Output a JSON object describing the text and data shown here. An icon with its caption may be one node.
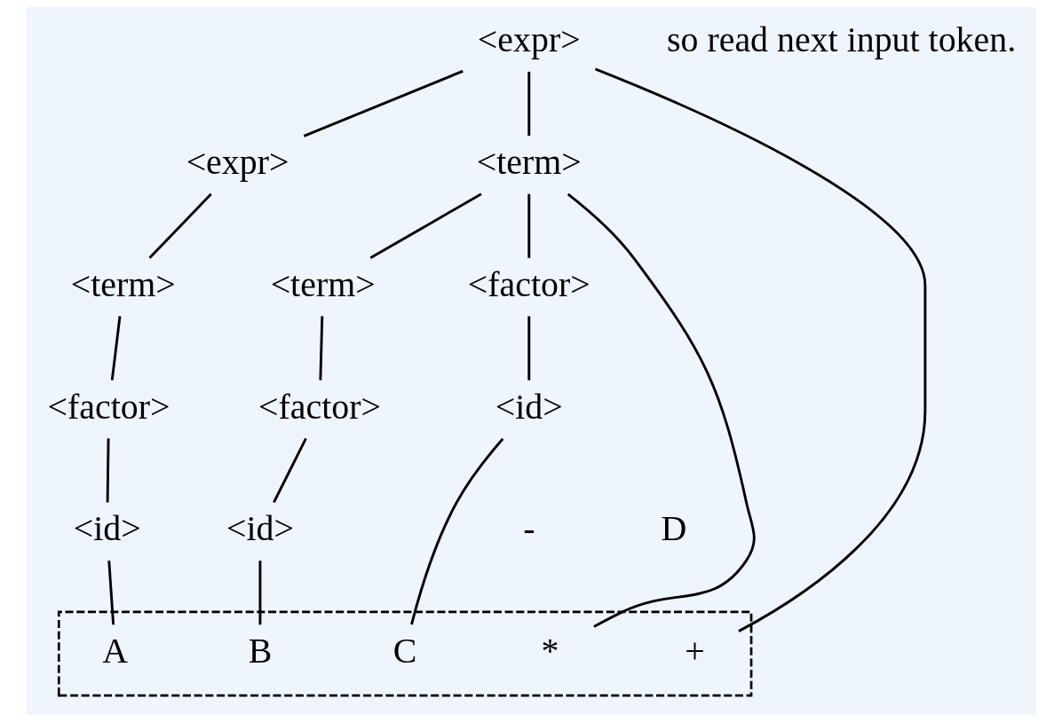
{
  "diagram": {
    "nodes": [
      {
        "text": [
          "<expr>"
        ]
      },
      {
        "text": [
          "<expr>"
        ]
      },
      {
        "text": [
          "<term>"
        ]
      },
      {
        "text": [
          "<term>"
        ]
      },
      {
        "text": [
          "<term>"
        ]
      },
      {
        "text": [
          "<factor>"
        ]
      },
      {
        "text": [
          "<factor>"
        ]
      },
      {
        "text": [
          "<factor>"
        ]
      },
      {
        "text": [
          "<id>"
        ]
      },
      {
        "text": [
          "<id>"
        ]
      },
      {
        "text": [
          "<id>"
        ]
      },
      {
        "text": [],
        "shape": "box"
      },
      {
        "text": [
          "A"
        ],
        "in": 11
      },
      {
        "text": [
          "+"
        ],
        "in": 11
      },
      {
        "text": [
          "B"
        ],
        "in": 11
      },
      {
        "text": [
          "*"
        ],
        "in": 11
      },
      {
        "text": [
          "C"
        ],
        "in": 11
      }
    ],
    "edges": [
      {
        "from": 0,
        "to": 1,
        "arrow": "none"
      },
      {
        "from": 0,
        "to": 13,
        "arrow": "none"
      },
      {
        "from": 0,
        "to": 2,
        "arrow": "none"
      },
      {
        "from": 1,
        "to": 3,
        "arrow": "none"
      },
      {
        "from": 3,
        "to": 5,
        "arrow": "none"
      },
      {
        "from": 5,
        "to": 8,
        "arrow": "none"
      },
      {
        "from": 8,
        "to": 12,
        "arrow": "none"
      },
      {
        "from": 2,
        "to": 4,
        "arrow": "none"
      },
      {
        "from": 2,
        "to": 15,
        "arrow": "none"
      },
      {
        "from": 2,
        "to": 7,
        "arrow": "none"
      },
      {
        "from": 4,
        "to": 6,
        "arrow": "none"
      },
      {
        "from": 6,
        "to": 9,
        "arrow": "none"
      },
      {
        "from": 9,
        "to": 14,
        "arrow": "none"
      },
      {
        "from": 7,
        "to": 10,
        "arrow": "none"
      },
      {
        "from": 10,
        "to": 16,
        "arrow": "none"
      }
    ],
    "labels": [
      "so read next input token.",
      "-",
      "D"
    ]
  }
}
